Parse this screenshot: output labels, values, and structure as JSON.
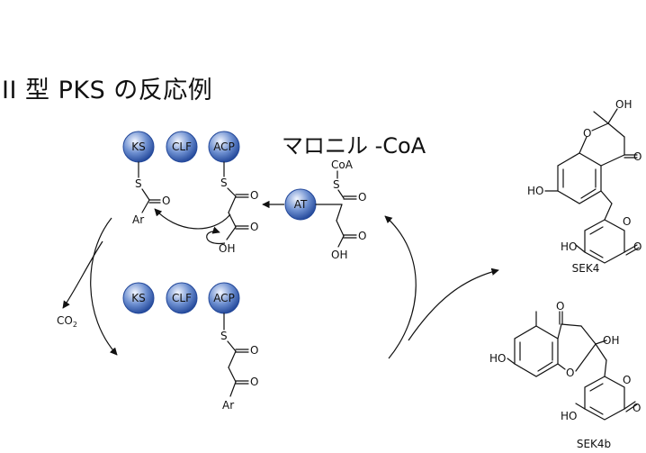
{
  "title": "II 型 PKS の反応例",
  "reagent_caption": "マロニル -CoA",
  "top_beads": [
    "KS",
    "CLF",
    "ACP"
  ],
  "bottom_beads": [
    "KS",
    "CLF",
    "ACP"
  ],
  "at_bead": "AT",
  "atom_labels": {
    "S": "S",
    "O": "O",
    "OH": "OH",
    "Ar": "Ar",
    "CoA": "CoA",
    "HO": "HO",
    "CO": "CO",
    "two": "2"
  },
  "products": [
    "SEK4",
    "SEK4b"
  ],
  "colors": {
    "bead_light": "#f2f6ff",
    "bead_mid": "#6d8fd0",
    "bead_dark": "#23489a",
    "ink": "#111111"
  }
}
